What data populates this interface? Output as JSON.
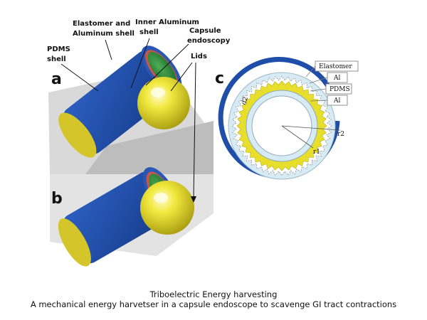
{
  "figure": {
    "panels": {
      "a": "a",
      "b": "b",
      "c": "c"
    },
    "labels": {
      "elastomer_shell": [
        "Elastomer and",
        "Aluminum shell"
      ],
      "inner_aluminum": [
        "Inner Aluminum",
        "shell"
      ],
      "capsule": [
        "Capsule",
        "endoscopy"
      ],
      "pdms_shell": [
        "PDMS",
        "shell"
      ],
      "lids": "Lids"
    },
    "cross_section": {
      "legend": [
        "Elastomer",
        "Al",
        "PDMS",
        "Al"
      ],
      "dims": {
        "d2": "d2",
        "r1": "r1",
        "r2": "r2"
      }
    },
    "colors": {
      "elastomer_blue": "#1f4ea8",
      "pdms_red": "#c2574a",
      "inner_green": "#2f8a3c",
      "lid_yellow": "#e8df2c",
      "ring_light_blue": "#d7ebf4",
      "shadow_gray": "#bdbdbd"
    }
  },
  "caption": {
    "line1": "Triboelectric Energy harvesting",
    "line2": "A mechanical energy harvetser in a capsule endoscope to scavenge GI tract contractions"
  }
}
